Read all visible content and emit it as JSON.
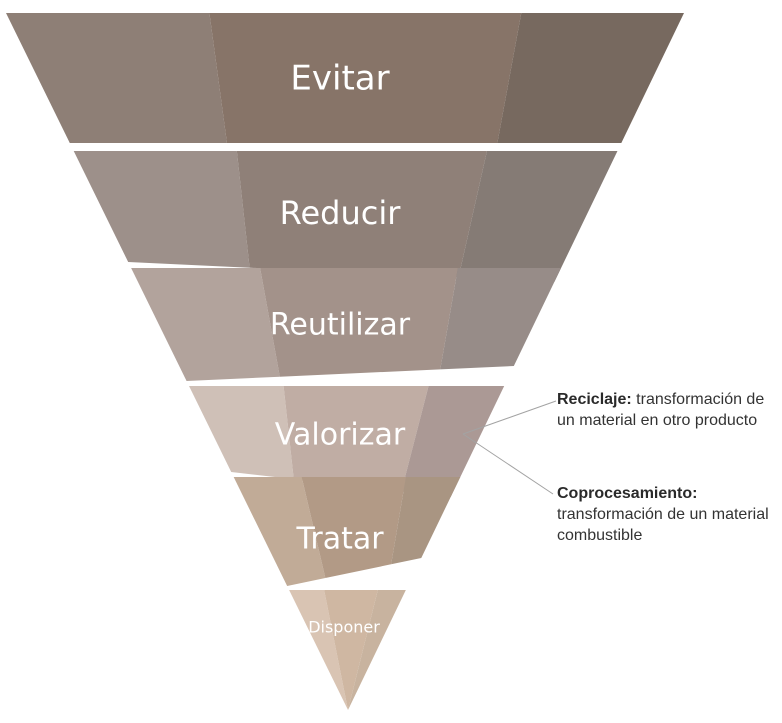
{
  "pyramid": {
    "levels": [
      {
        "label": "Evitar",
        "colors": [
          "#8e7f76",
          "#877468",
          "#77695f"
        ]
      },
      {
        "label": "Reducir",
        "colors": [
          "#9d908a",
          "#8f8078",
          "#857b75"
        ]
      },
      {
        "label": "Reutilizar",
        "colors": [
          "#b2a39c",
          "#a3928a",
          "#978c88"
        ]
      },
      {
        "label": "Valorizar",
        "colors": [
          "#cfc0b7",
          "#c0ada4",
          "#ab9995"
        ]
      },
      {
        "label": "Tratar",
        "colors": [
          "#c1ab97",
          "#b29a86",
          "#a99582"
        ]
      },
      {
        "label": "Disponer",
        "colors": [
          "#d9c4b3",
          "#cfb7a2",
          "#c8b39f"
        ]
      }
    ]
  },
  "annotations": {
    "reciclaje": {
      "term": "Reciclaje:",
      "text": " transformación de un material en otro producto"
    },
    "coprocesamiento": {
      "term": "Coprocesamiento:",
      "text": "transformación de un material combustible"
    }
  }
}
